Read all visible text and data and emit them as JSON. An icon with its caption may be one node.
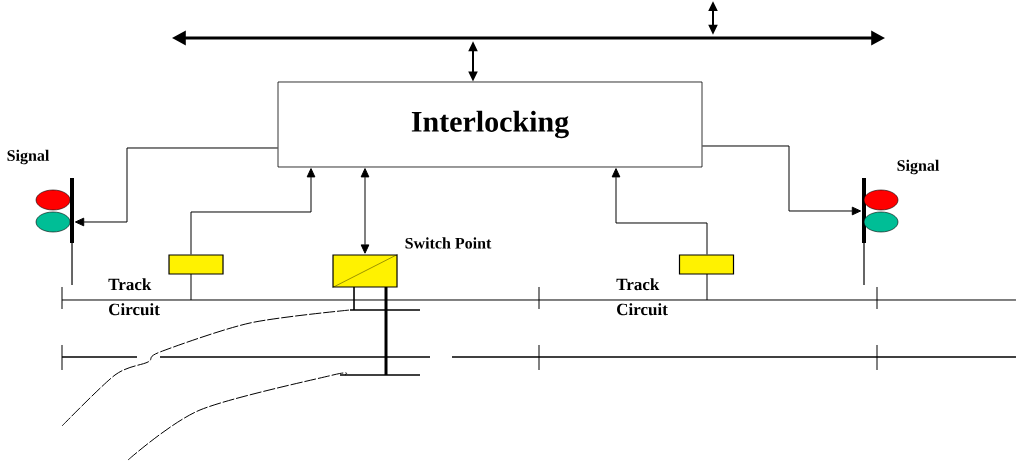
{
  "diagram": {
    "nodes": [
      {
        "text": [],
        "shape": "bar"
      },
      {
        "text": [
          "Interlocking"
        ]
      },
      {
        "text": [],
        "shape": "signal",
        "beside": [
          "Signal"
        ]
      },
      {
        "text": [],
        "shape": "box",
        "beside": [
          "Track Circuit"
        ]
      },
      {
        "text": [],
        "shape": "box",
        "beside": [
          "Switch Point"
        ]
      },
      {
        "text": [],
        "shape": "box",
        "beside": [
          "Track Circuit"
        ]
      },
      {
        "text": [],
        "shape": "signal",
        "beside": [
          "Signal"
        ]
      }
    ],
    "edges": [
      {
        "from": 1,
        "to": 0,
        "arrow": "both"
      },
      {
        "from": 0,
        "to": null,
        "arrow": "both"
      },
      {
        "from": 1,
        "to": 2,
        "arrow": "to"
      },
      {
        "from": 3,
        "to": 1,
        "arrow": "to"
      },
      {
        "from": 1,
        "to": 4,
        "arrow": "both"
      },
      {
        "from": 5,
        "to": 1,
        "arrow": "to"
      },
      {
        "from": 1,
        "to": 6,
        "arrow": "to"
      }
    ]
  }
}
